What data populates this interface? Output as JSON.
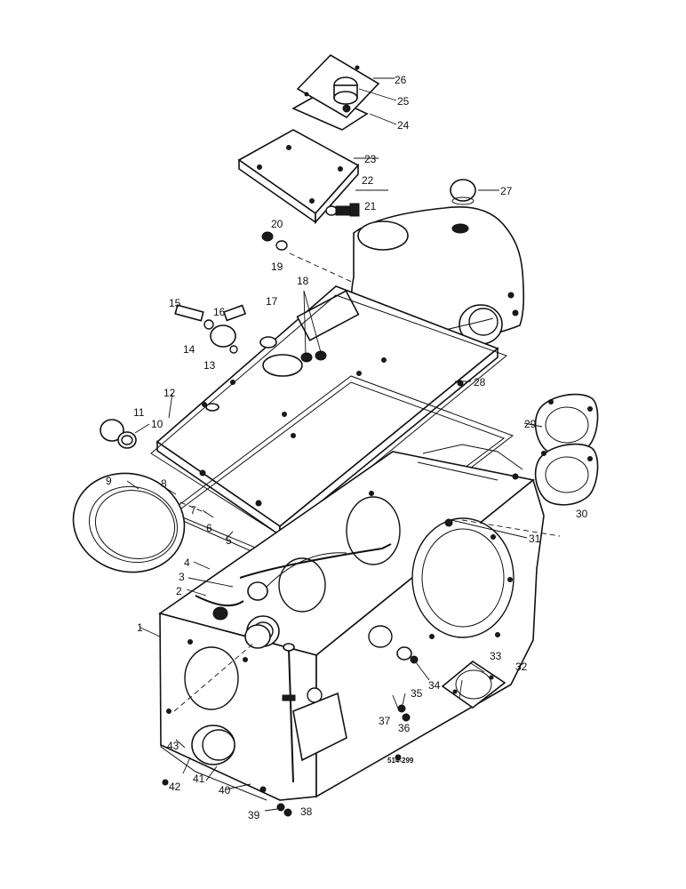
{
  "drawing": {
    "reference": "514-299",
    "callouts": [
      "1",
      "2",
      "3",
      "4",
      "5",
      "6",
      "7",
      "8",
      "9",
      "10",
      "11",
      "12",
      "13",
      "14",
      "15",
      "16",
      "17",
      "18",
      "19",
      "20",
      "21",
      "22",
      "23",
      "24",
      "25",
      "26",
      "27",
      "28",
      "29",
      "30",
      "31",
      "32",
      "33",
      "34",
      "35",
      "36",
      "37",
      "38",
      "39",
      "40",
      "41",
      "42",
      "43"
    ]
  }
}
